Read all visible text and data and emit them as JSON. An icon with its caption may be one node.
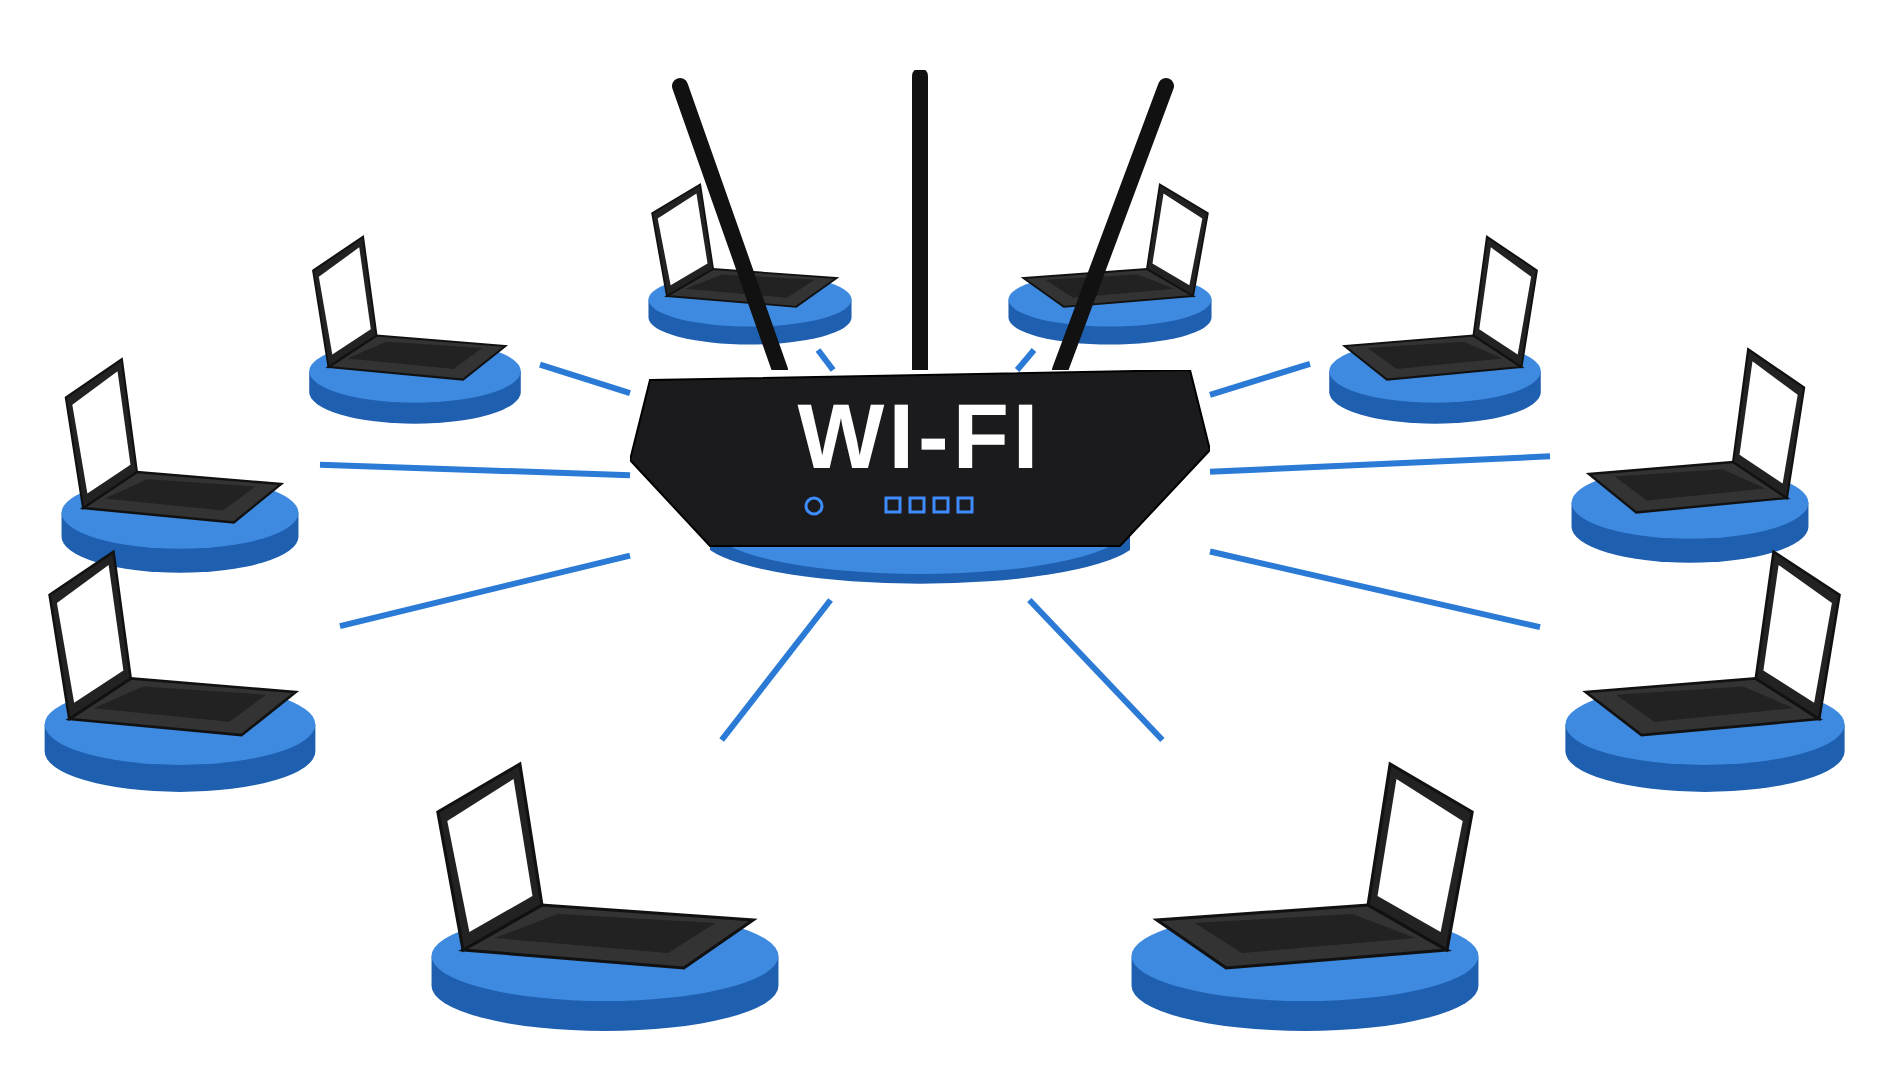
{
  "diagram": {
    "nodes": [
      {
        "text": [
          "WI-FI"
        ]
      },
      {
        "text": [],
        "shape": "picture"
      },
      {
        "text": [],
        "shape": "picture"
      },
      {
        "text": [],
        "shape": "picture"
      },
      {
        "text": [],
        "shape": "picture"
      },
      {
        "text": [],
        "shape": "picture"
      },
      {
        "text": [],
        "shape": "picture"
      },
      {
        "text": [],
        "shape": "picture"
      },
      {
        "text": [],
        "shape": "picture"
      },
      {
        "text": [],
        "shape": "picture"
      },
      {
        "text": [],
        "shape": "picture"
      }
    ],
    "edges": [
      {
        "from": 0,
        "to": 1,
        "arrow": "none"
      },
      {
        "from": 0,
        "to": 2,
        "arrow": "none"
      },
      {
        "from": 0,
        "to": 3,
        "arrow": "none"
      },
      {
        "from": 0,
        "to": 4,
        "arrow": "none"
      },
      {
        "from": 0,
        "to": 5,
        "arrow": "none"
      },
      {
        "from": 0,
        "to": 6,
        "arrow": "none"
      },
      {
        "from": 0,
        "to": 7,
        "arrow": "none"
      },
      {
        "from": 0,
        "to": 8,
        "arrow": "none"
      },
      {
        "from": 0,
        "to": 9,
        "arrow": "none"
      },
      {
        "from": 0,
        "to": 10,
        "arrow": "none"
      }
    ]
  }
}
